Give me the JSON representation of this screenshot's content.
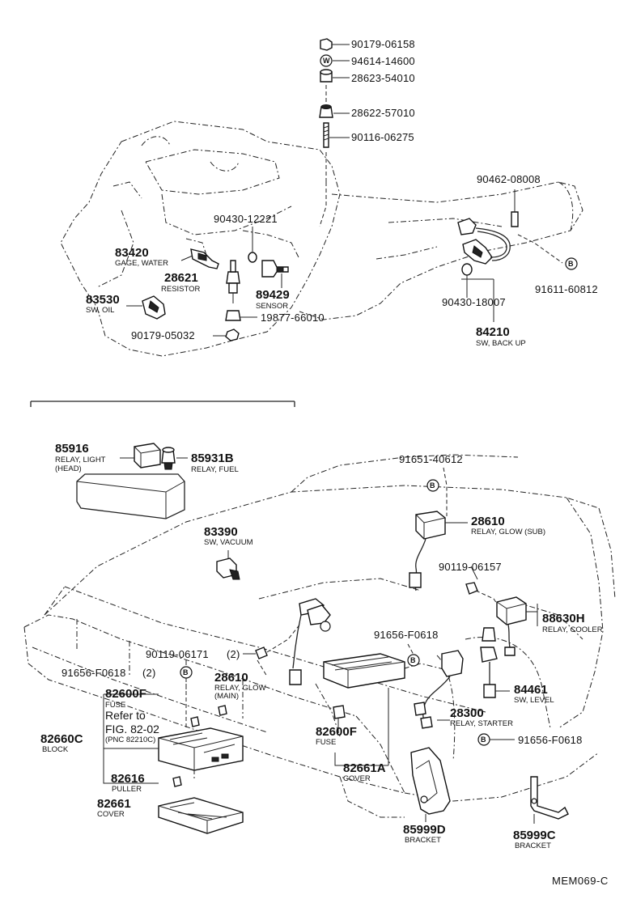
{
  "diagram": {
    "code": "MEM069-C",
    "top_section": {
      "parts": [
        {
          "number": "90179-06158"
        },
        {
          "number": "94614-14600"
        },
        {
          "number": "28623-54010"
        },
        {
          "number": "28622-57010"
        },
        {
          "number": "90116-06275"
        },
        {
          "number": "90462-08008"
        },
        {
          "number": "90430-12221"
        },
        {
          "number": "83420",
          "desc": "GAGE, WATER"
        },
        {
          "number": "28621",
          "desc": "RESISTOR"
        },
        {
          "number": "89429",
          "desc": "SENSOR"
        },
        {
          "number": "83530",
          "desc": "SW, OIL"
        },
        {
          "number": "19877-66010"
        },
        {
          "number": "90179-05032"
        },
        {
          "number": "91611-60812"
        },
        {
          "number": "90430-18007"
        },
        {
          "number": "84210",
          "desc": "SW, BACK UP"
        }
      ]
    },
    "bottom_section": {
      "parts": [
        {
          "number": "85916",
          "desc": "RELAY, LIGHT",
          "desc2": "(HEAD)"
        },
        {
          "number": "85931B",
          "desc": "RELAY, FUEL"
        },
        {
          "number": "91651-40612"
        },
        {
          "number": "28610",
          "desc": "RELAY, GLOW (SUB)"
        },
        {
          "number": "83390",
          "desc": "SW, VACUUM"
        },
        {
          "number": "90119-06157"
        },
        {
          "number": "88630H",
          "desc": "RELAY, COOLER"
        },
        {
          "number": "91656-F0618"
        },
        {
          "number": "90119-06171",
          "qty": "(2)"
        },
        {
          "number": "91656-F0618",
          "qty": "(2)"
        },
        {
          "number": "28610",
          "desc": "RELAY, GLOW",
          "desc2": "(MAIN)"
        },
        {
          "number": "84461",
          "desc": "SW, LEVEL"
        },
        {
          "number": "82600F",
          "desc": "FUSE"
        },
        {
          "number": "28300",
          "desc": "RELAY, STARTER"
        },
        {
          "number": "82660C",
          "desc": "BLOCK"
        },
        {
          "number": "82600F",
          "desc": "FUSE"
        },
        {
          "number": "91656-F0618"
        },
        {
          "number": "82661A",
          "desc": "COVER"
        },
        {
          "number": "82616",
          "desc": "PULLER"
        },
        {
          "number": "82661",
          "desc": "COVER"
        },
        {
          "number": "85999D",
          "desc": "BRACKET"
        },
        {
          "number": "85999C",
          "desc": "BRACKET"
        }
      ],
      "refer": {
        "line1": "Refer to",
        "line2": "FIG. 82-02",
        "line3": "(PNC 82210C)"
      }
    },
    "markers": {
      "washer": "W",
      "bolt": "B"
    }
  }
}
